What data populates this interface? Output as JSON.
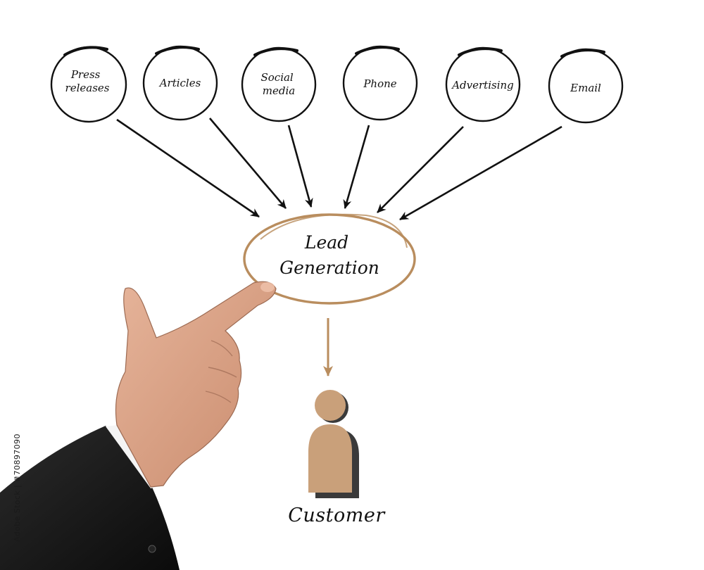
{
  "sources": [
    {
      "id": "press-releases",
      "label_lines": [
        "Press",
        "releases"
      ]
    },
    {
      "id": "articles",
      "label_lines": [
        "Articles"
      ]
    },
    {
      "id": "social-media",
      "label_lines": [
        "Social",
        "media"
      ]
    },
    {
      "id": "phone",
      "label_lines": [
        "Phone"
      ]
    },
    {
      "id": "advertising",
      "label_lines": [
        "Advertising"
      ]
    },
    {
      "id": "email",
      "label_lines": [
        "Email"
      ]
    }
  ],
  "center": {
    "label_lines": [
      "Lead",
      "Generation"
    ]
  },
  "customer": {
    "label": "Customer"
  },
  "watermark": "Adobe Stock | #70897090",
  "colors": {
    "ink": "#111111",
    "accent": "#b98d5e",
    "figure": "#c9a07a",
    "shadow": "#3a3a3a"
  }
}
